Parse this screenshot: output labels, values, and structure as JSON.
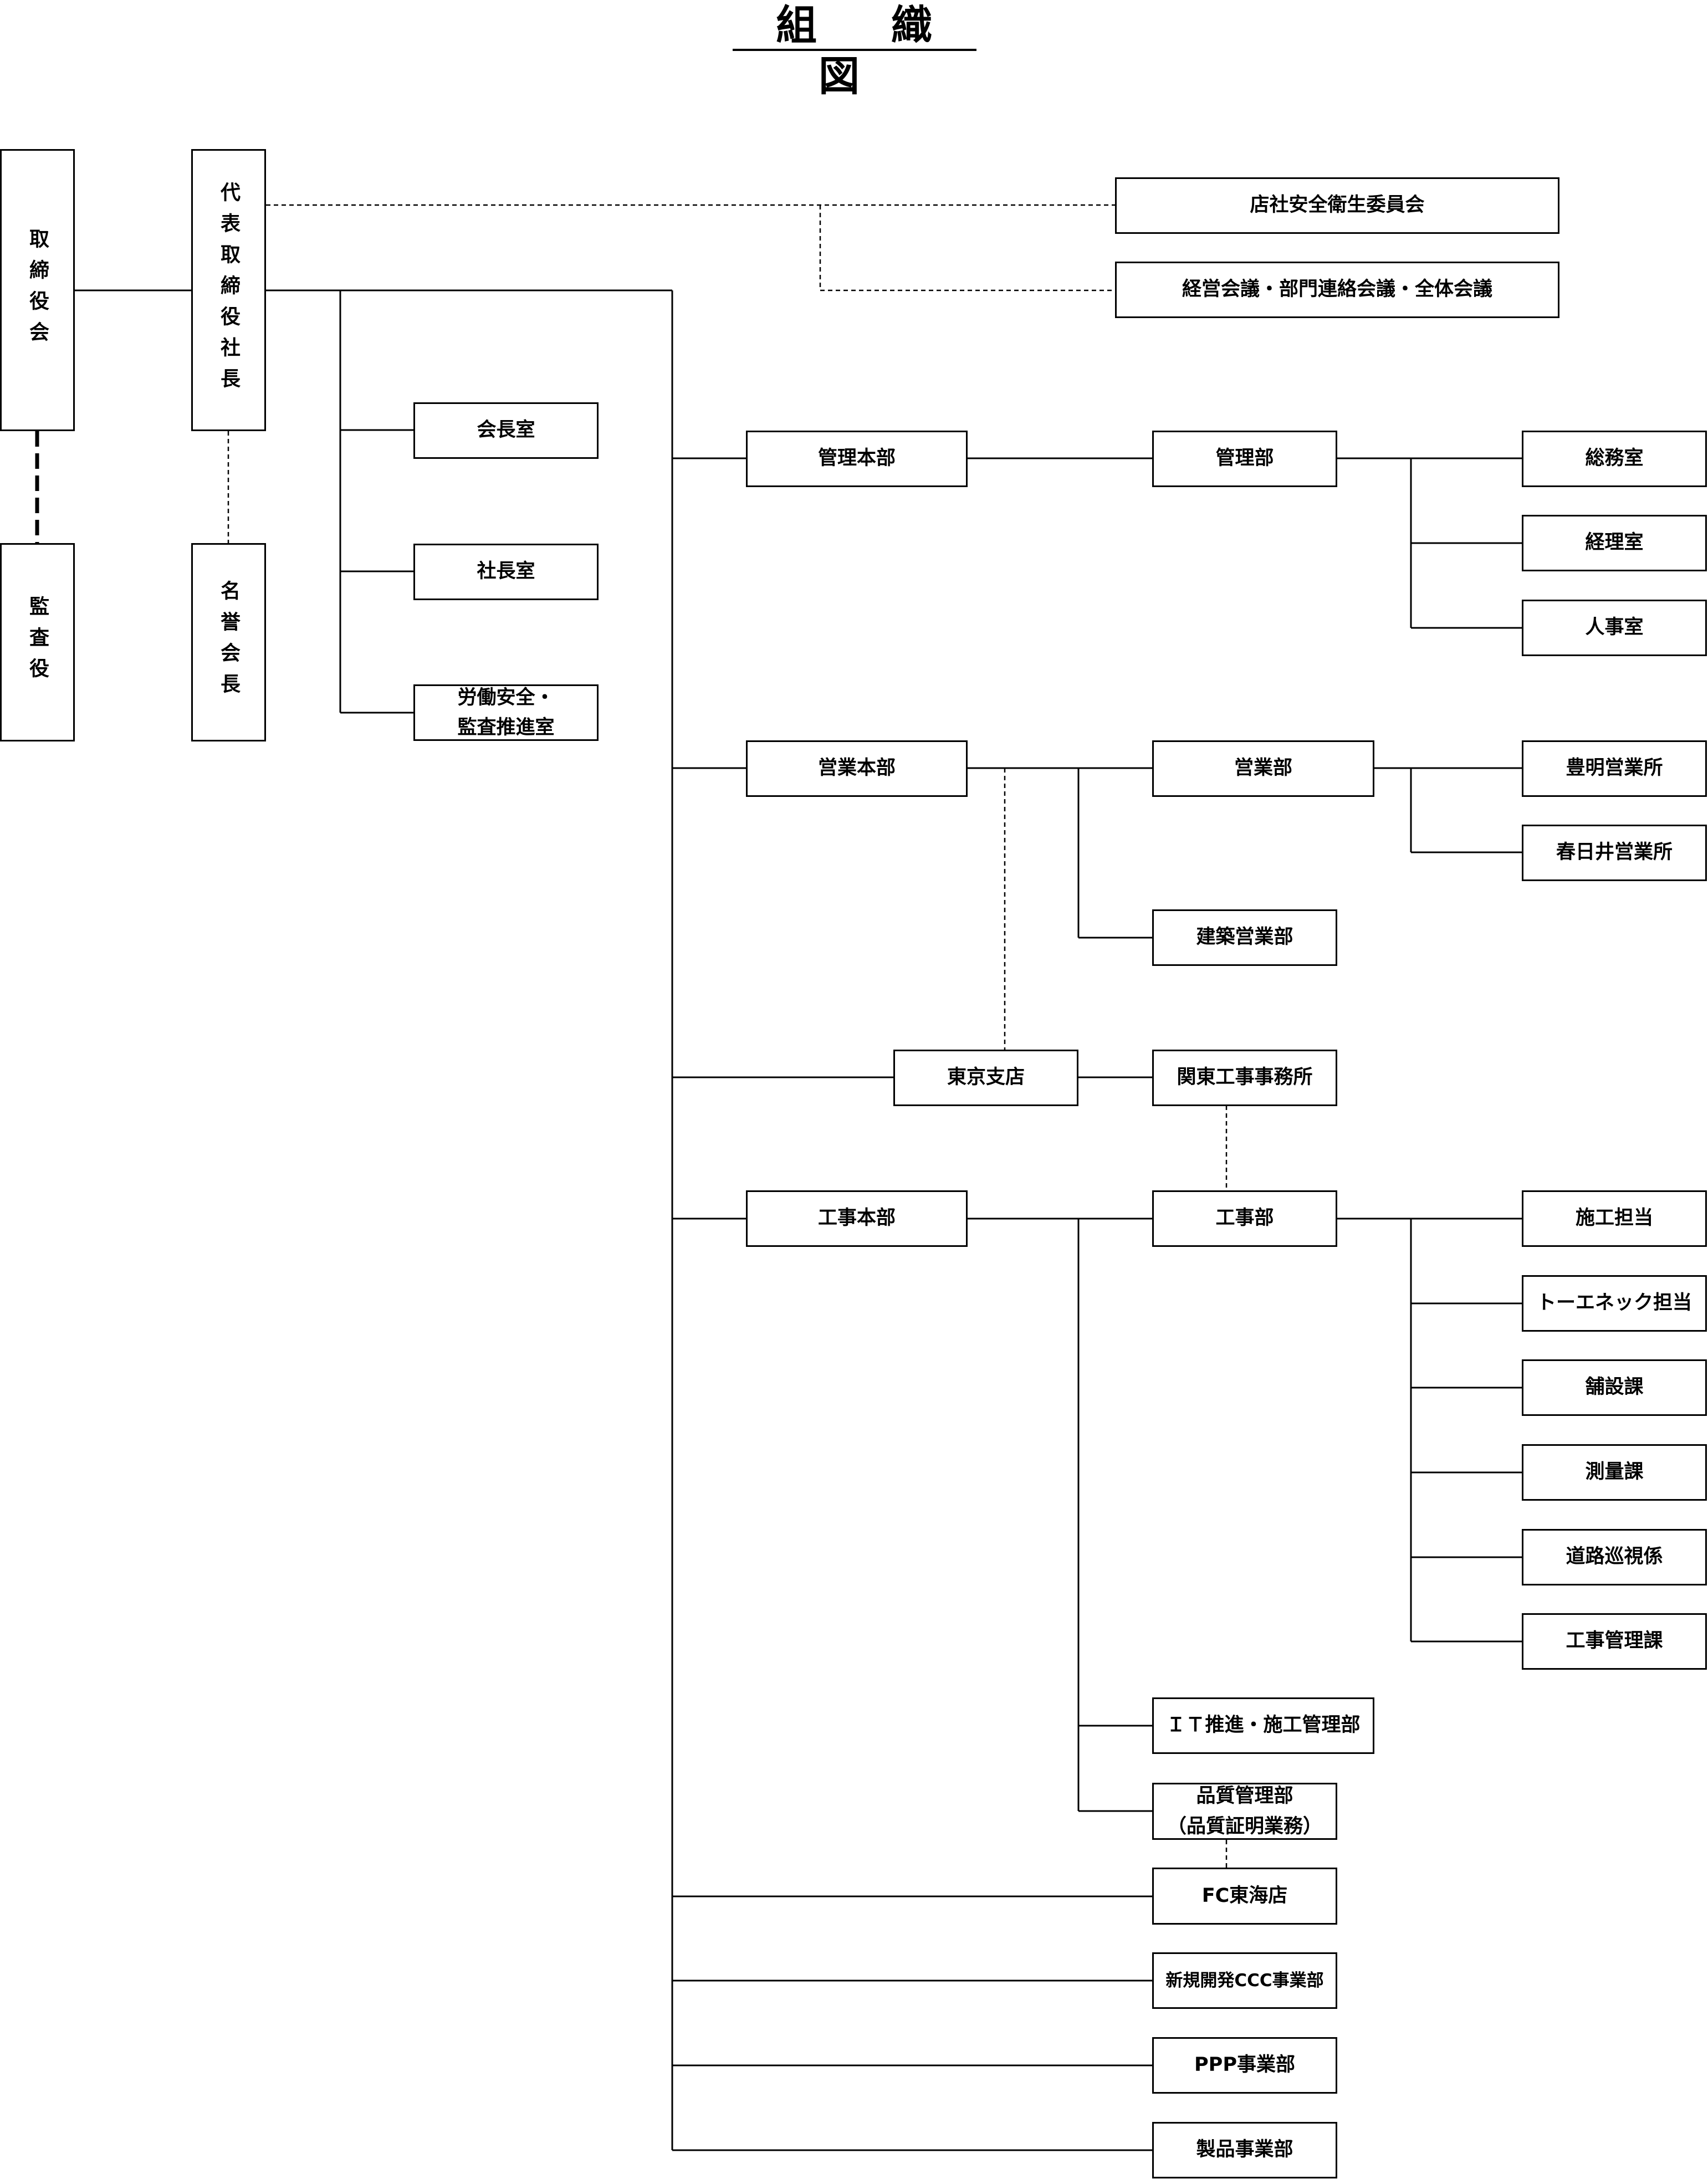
{
  "title": "組 織 図",
  "board": {
    "directors": "取締役会",
    "auditor": "監査役",
    "president": "代表取締役社長",
    "honorary_chairman": "名誉会長"
  },
  "staff": {
    "chairman_office": "会長室",
    "president_office": "社長室",
    "labor_safety_line1": "労働安全・",
    "labor_safety_line2": "監査推進室"
  },
  "committees": {
    "safety_committee": "店社安全衛生委員会",
    "meetings": "経営会議・部門連絡会議・全体会議"
  },
  "management": {
    "hq": "管理本部",
    "dept": "管理部",
    "general_affairs": "総務室",
    "accounting": "経理室",
    "hr": "人事室"
  },
  "sales": {
    "hq": "営業本部",
    "dept": "営業部",
    "toyoake": "豊明営業所",
    "kasugai": "春日井営業所",
    "building_sales": "建築営業部"
  },
  "tokyo": {
    "branch": "東京支店",
    "kanto_office": "関東工事事務所"
  },
  "construction": {
    "hq": "工事本部",
    "dept": "工事部",
    "execution": "施工担当",
    "toenec": "トーエネック担当",
    "paving": "舗設課",
    "survey": "測量課",
    "road_patrol": "道路巡視係",
    "construction_mgmt": "工事管理課",
    "it_dept": "ＩＴ推進・施工管理部",
    "quality_line1": "品質管理部",
    "quality_line2": "（品質証明業務）"
  },
  "others": {
    "fc_tokai": "FC東海店",
    "new_dev": "新規開発CCC事業部",
    "ppp": "PPP事業部",
    "products": "製品事業部"
  }
}
